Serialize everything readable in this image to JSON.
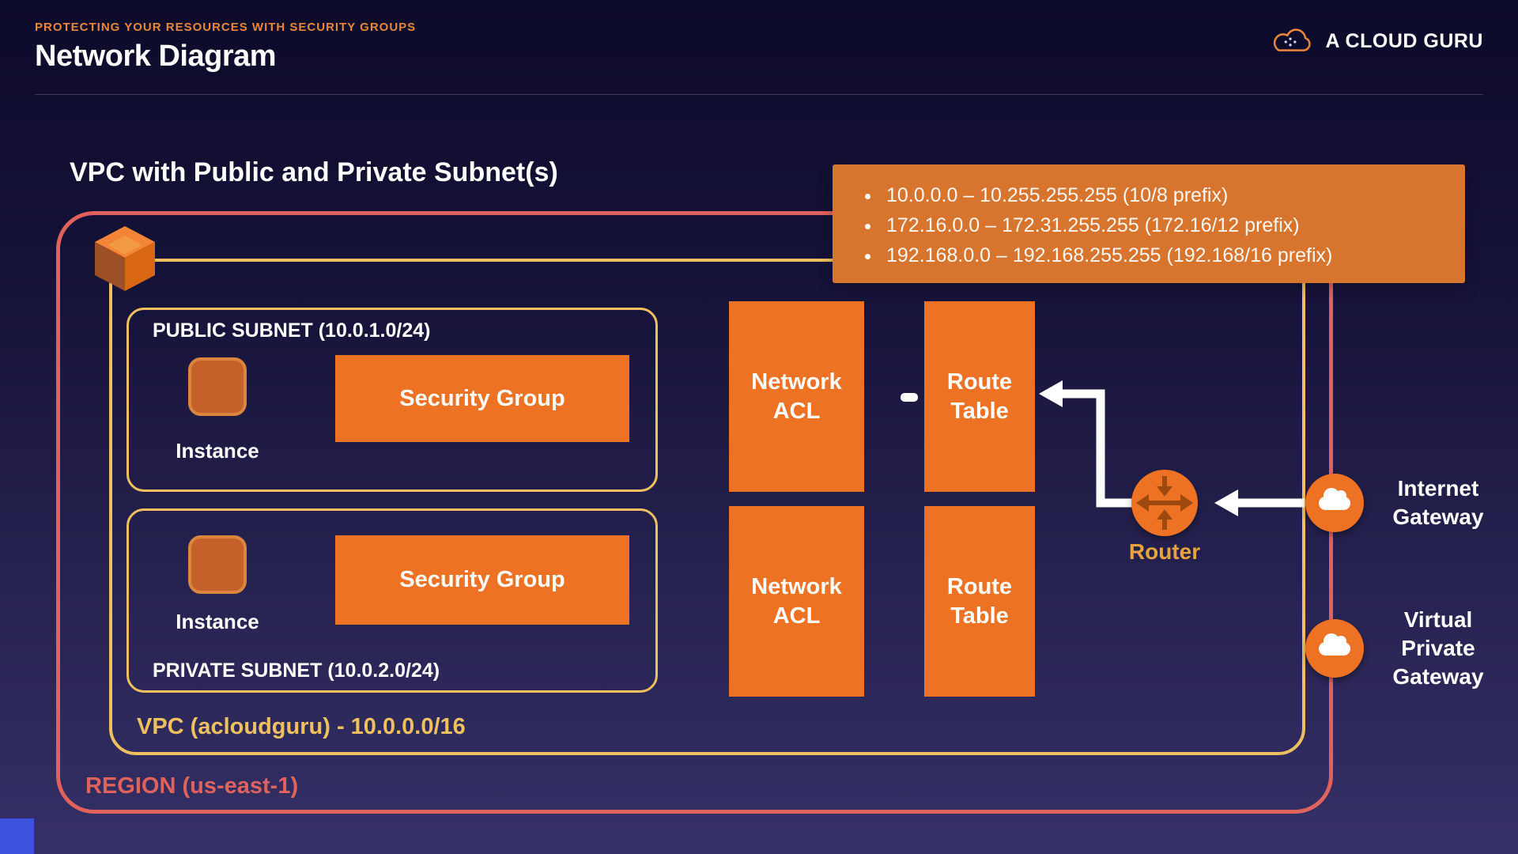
{
  "header": {
    "eyebrow": "PROTECTING YOUR RESOURCES WITH SECURITY GROUPS",
    "title": "Network Diagram",
    "brand": "A CLOUD GURU"
  },
  "slide": {
    "title": "VPC with Public and Private Subnet(s)"
  },
  "callout": {
    "items": [
      "10.0.0.0 – 10.255.255.255 (10/8 prefix)",
      "172.16.0.0 – 172.31.255.255 (172.16/12 prefix)",
      "192.168.0.0 – 192.168.255.255 (192.168/16 prefix)"
    ]
  },
  "region": {
    "label": "REGION (us-east-1)"
  },
  "vpc": {
    "label": "VPC (acloudguru) - 10.0.0.0/16"
  },
  "public_subnet": {
    "label": "PUBLIC SUBNET (10.0.1.0/24)",
    "instance": "Instance",
    "security_group": "Security Group"
  },
  "private_subnet": {
    "label": "PRIVATE SUBNET (10.0.2.0/24)",
    "instance": "Instance",
    "security_group": "Security Group"
  },
  "nodes": {
    "network_acl_public": "Network ACL",
    "route_table_public": "Route Table",
    "network_acl_private": "Network ACL",
    "route_table_private": "Route Table",
    "router": "Router",
    "internet_gateway": "Internet Gateway",
    "virtual_private_gateway": "Virtual Private Gateway"
  },
  "colors": {
    "orange": "#ed7224",
    "callout_orange": "#d7742e",
    "gold": "#efc05f",
    "coral": "#e0625c",
    "eyebrow_orange": "#e8863b",
    "router_label_gold": "#e8a33d",
    "accent_blue": "#3d53df",
    "background_top": "#0d0b2a",
    "background_bottom": "#353066"
  }
}
